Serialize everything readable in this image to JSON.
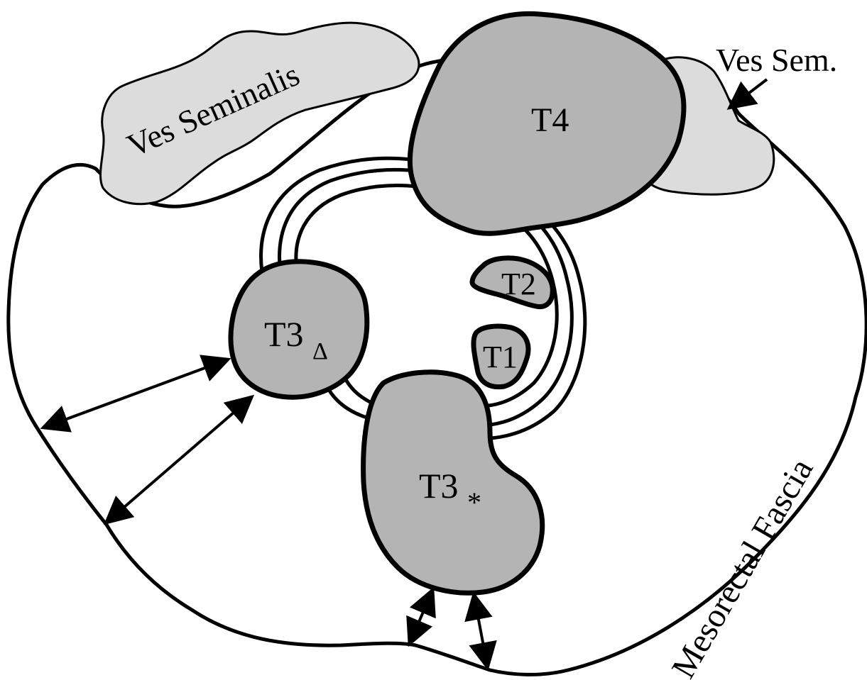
{
  "colors": {
    "tumor_fill": "#b4b4b4",
    "vesicle_fill": "#dcdcdc",
    "line": "#000000",
    "background": "#ffffff"
  },
  "labels": {
    "ves_seminalis": "Ves Seminalis",
    "ves_sem_short": "Ves Sem.",
    "mesorectal_fascia": "Mesorectal Fascia",
    "t1": "T1",
    "t2": "T2",
    "t3_delta_base": "T3",
    "t3_delta_sub": "Δ",
    "t3_star_base": "T3",
    "t3_star_sub": "*",
    "t4": "T4"
  }
}
